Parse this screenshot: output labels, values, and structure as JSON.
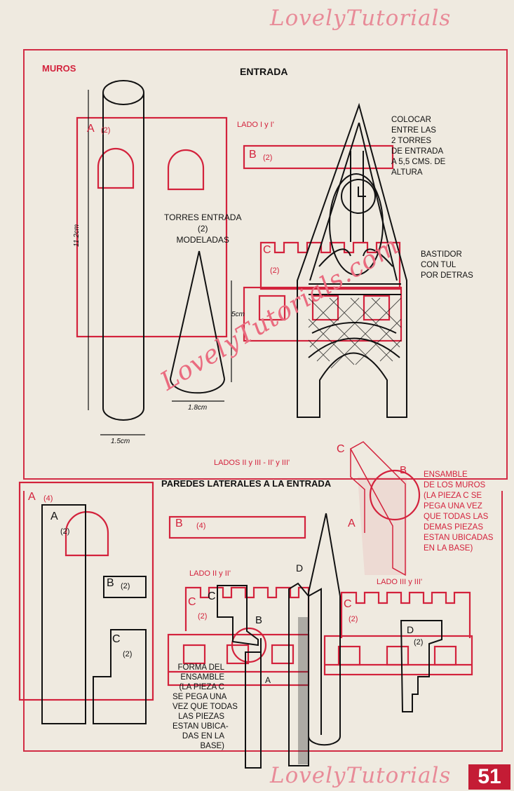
{
  "watermark": "LovelyTutorials.com",
  "watermark_short": "LovelyTutorials",
  "page_number": "51",
  "colors": {
    "accent": "#d3223c",
    "ink": "#111111",
    "paper": "#efeae0"
  },
  "top": {
    "section_label": "MUROS",
    "title": "ENTRADA",
    "lado_label": "LADO I y I'",
    "piece_a_letter": "A",
    "piece_a_count": "(2)",
    "piece_b_letter": "B",
    "piece_b_count": "(2)",
    "piece_c_letter": "C",
    "piece_c_count": "(2)",
    "tower_note": [
      "TORRES ENTRADA",
      "(2)",
      "MODELADAS"
    ],
    "dim_height": "11.2cm",
    "dim_cone": "5cm",
    "dim_cone_base": "1.8cm",
    "dim_width": "1.5cm",
    "colocar_note": [
      "COLOCAR",
      "ENTRE LAS",
      "2 TORRES",
      "DE ENTRADA",
      "A 5,5 CMS. DE",
      "ALTURA"
    ],
    "bastidor_note": [
      "BASTIDOR",
      "CON TUL",
      "POR DETRAS"
    ]
  },
  "bottom": {
    "lados_label": "LADOS II y III - II' y III'",
    "title": "PAREDES LATERALES A LA ENTRADA",
    "piece_a4_letter": "A",
    "piece_a4_count": "(4)",
    "piece_a_letter": "A",
    "piece_a_count": "(2)",
    "piece_b_letter": "B",
    "piece_b_count": "(2)",
    "piece_c_letter": "C",
    "piece_c_count": "(2)",
    "piece_b4_letter": "B",
    "piece_b4_count": "(4)",
    "lado_ii_label": "LADO II y II'",
    "lado_iii_label": "LADO III y III'",
    "c_ii_letter": "C",
    "c_ii_count": "(2)",
    "c_iii_letter": "C",
    "c_iii_count": "(2)",
    "d_iii_letter": "D",
    "d_iii_count": "(2)",
    "assembly_c": "C",
    "assembly_b": "B",
    "assembly_d": "D",
    "assembly_a": "A",
    "ensamble_note": [
      "ENSAMBLE",
      "DE LOS MUROS",
      "(LA PIEZA C SE",
      "PEGA UNA VEZ",
      "QUE TODAS LAS",
      "DEMAS PIEZAS",
      "ESTAN UBICADAS",
      "EN LA BASE)"
    ],
    "iso_c": "C",
    "iso_b": "B",
    "iso_a": "A",
    "forma_note": [
      "FORMA DEL",
      "ENSAMBLE",
      "(LA PIEZA C",
      "SE PEGA UNA",
      "VEZ QUE TODAS",
      "LAS PIEZAS",
      "ESTAN UBICA-",
      "DAS EN LA",
      "BASE)"
    ]
  }
}
